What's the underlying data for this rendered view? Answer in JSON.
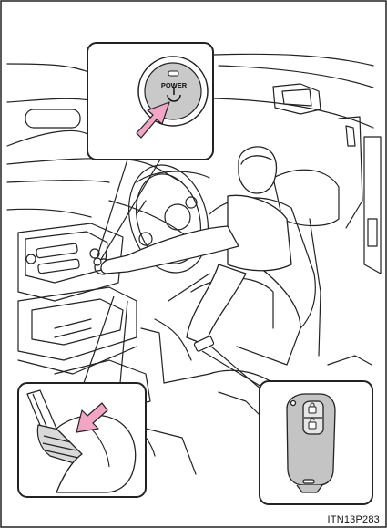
{
  "figure": {
    "power_button_label": "POWER",
    "power_button_symbol": "⏻",
    "figure_code": "ITN13P283",
    "icons": [
      "power-button-icon",
      "press-arrow-icon",
      "brake-pedal-icon",
      "smart-key-icon",
      "driver-figure"
    ],
    "colors": {
      "line": "#222222",
      "arrow_fill": "#f2a6c3",
      "button_fill": "#c9c9c9",
      "key_fill": "#c4c4c4"
    }
  }
}
